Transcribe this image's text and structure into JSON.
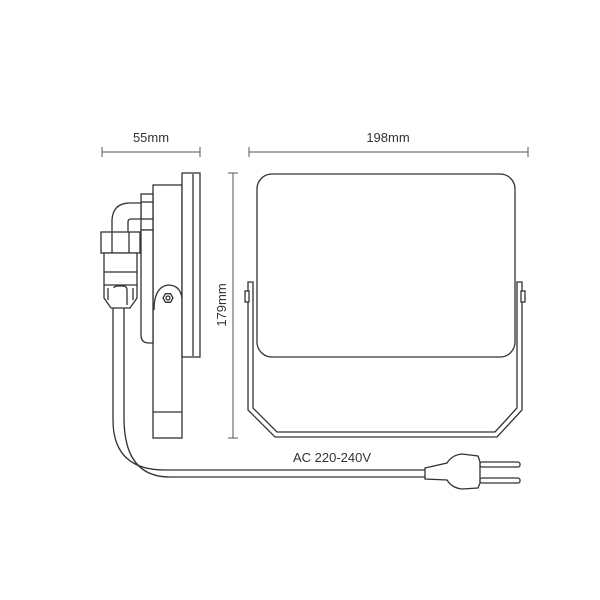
{
  "dimensions": {
    "depth_label": "55mm",
    "width_label": "198mm",
    "height_label": "179mm"
  },
  "power": {
    "voltage_label": "AC 220-240V"
  },
  "colors": {
    "line": "#333333",
    "background": "#ffffff"
  }
}
